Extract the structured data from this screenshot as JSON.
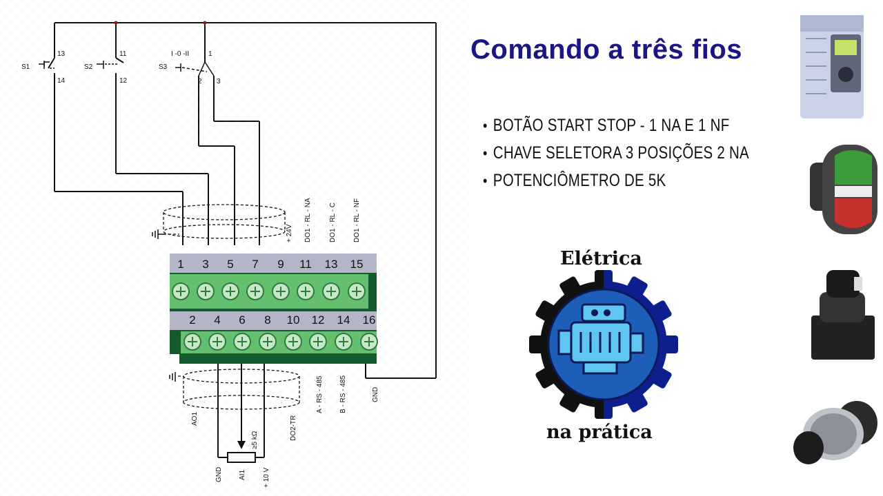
{
  "title": "Comando a três fios",
  "bullets": [
    "Botão start stop - 1 NA e 1 NF",
    "Chave seletora 3 posições 2 NA",
    "Potenciômetro de 5K"
  ],
  "logo": {
    "top_text": "Elétrica",
    "bottom_text": "na prática",
    "icon": "motor-gear-icon",
    "colors": {
      "gear_left": "#111111",
      "gear_right": "#0d1f8c",
      "circle": "#1d5fb8"
    }
  },
  "switches": {
    "s1": {
      "label": "S1",
      "terminal_top": "13",
      "terminal_bottom": "14"
    },
    "s2": {
      "label": "S2",
      "terminal_top": "11",
      "terminal_bottom": "12"
    },
    "s3": {
      "label": "S3",
      "positions": "I -0 -II",
      "terminal_top": "1",
      "terminal_left": "2",
      "terminal_right": "3"
    }
  },
  "terminal_block": {
    "top_row": [
      "1",
      "3",
      "5",
      "7",
      "9",
      "11",
      "13",
      "15"
    ],
    "bottom_row": [
      "2",
      "4",
      "6",
      "8",
      "10",
      "12",
      "14",
      "16"
    ],
    "colors": {
      "label_strip": "#b4b6c8",
      "terminal": "#5fbf6b",
      "frame": "#145a2c"
    }
  },
  "top_signals": [
    "+ 24V",
    "DO1 - RL - NA",
    "DO1 - RL - C",
    "DO1 - RL - NF"
  ],
  "bottom_signals": [
    "AO1",
    "DO2-TR",
    "A - RS - 485",
    "B - RS - 485",
    "GND"
  ],
  "potentiometer": {
    "value": "≥5 kΩ",
    "pins": [
      "GND",
      "AI1",
      "+ 10 V"
    ]
  },
  "photos": [
    "inverter-photo",
    "start-stop-button-photo",
    "selector-switch-photo",
    "potentiometer-photo"
  ]
}
